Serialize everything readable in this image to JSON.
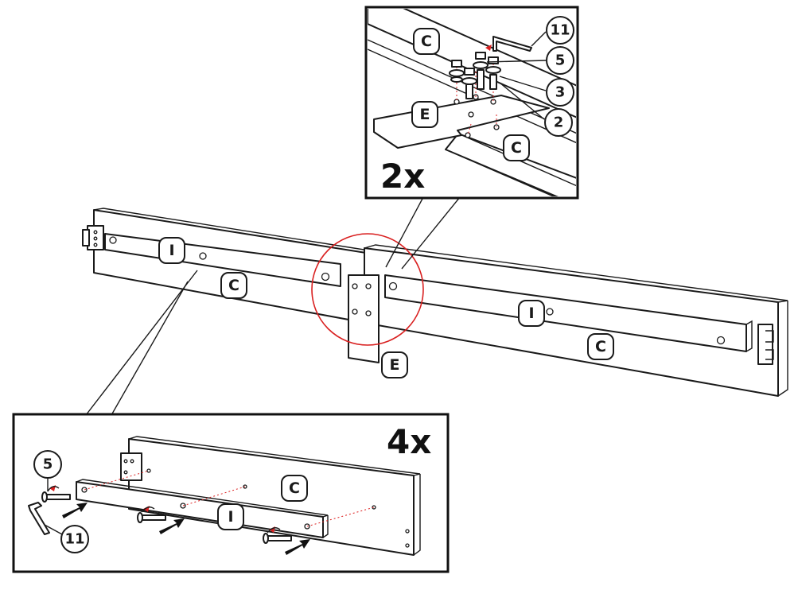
{
  "parts": {
    "side_rail": "C",
    "slat_support": "I",
    "joint_plate": "E"
  },
  "hardware": {
    "bolt": "5",
    "washer_spring": "3",
    "washer_flat": "2",
    "allen_key": "11"
  },
  "callout_top": {
    "quantity": "2x"
  },
  "callout_bottom": {
    "quantity": "4x"
  },
  "colors": {
    "outline": "#1a1a1a",
    "highlight": "#d92020",
    "background": "#ffffff"
  }
}
